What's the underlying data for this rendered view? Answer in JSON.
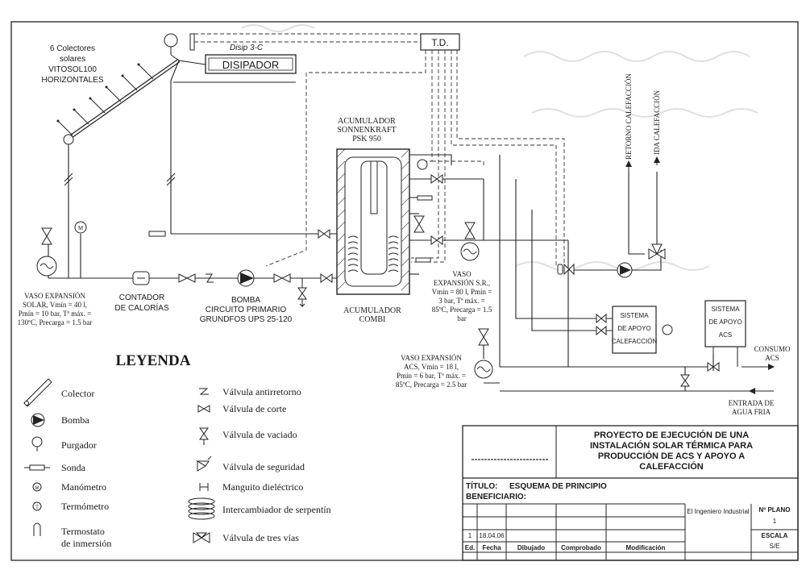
{
  "diagram": {
    "collectors": {
      "line1": "6 Colectores",
      "line2": "solares",
      "line3": "VITOSOL100",
      "line4": "HORIZONTALES"
    },
    "dissipator": {
      "label": "DISIPADOR",
      "note": "Disip 3-C"
    },
    "td_label": "T.D.",
    "tank_sonnenkraft": {
      "line1": "ACUMULADOR",
      "line2": "SONNENKRAFT",
      "line3": "PSK 950"
    },
    "tank_combi": {
      "line1": "ACUMULADOR",
      "line2": "COMBI"
    },
    "return_heating": "RETORNO CALEFACCIÓN",
    "supply_heating": "IDA CALEFACCIÓN",
    "exp_solar": {
      "l1": "VASO EXPANSIÓN",
      "l2": "SOLAR, Vmín = 40 l,",
      "l3": "Pmín = 10 bar, Tª máx. =",
      "l4": "130ºC, Precarga = 1.5 bar"
    },
    "heat_meter": {
      "l1": "CONTADOR",
      "l2": "DE CALORÍAS"
    },
    "pump": {
      "l1": "BOMBA",
      "l2": "CIRCUITO PRIMARIO",
      "l3": "GRUNDFOS UPS 25-120"
    },
    "exp_sr": {
      "l1": "VASO",
      "l2": "EXPANSIÓN S.R.,",
      "l3": "Vmín = 80 l, Pmín =",
      "l4": "3 bar, Tª máx. =",
      "l5": "85ºC, Precarga = 1.5",
      "l6": "bar"
    },
    "exp_acs": {
      "l1": "VASO EXPANSIÓN",
      "l2": "ACS, Vmín = 18 l,",
      "l3": "Pmín = 6 bar, Tª máx. =",
      "l4": "85ºC, Precarga = 2.5 bar"
    },
    "support_heating": {
      "l1": "SISTEMA",
      "l2": "DE APOYO",
      "l3": "CALEFACCIÓN"
    },
    "support_acs": {
      "l1": "SISTEMA",
      "l2": "DE APOYO",
      "l3": "ACS"
    },
    "consumption": {
      "l1": "CONSUMO",
      "l2": "ACS"
    },
    "cold_water": {
      "l1": "ENTRADA DE",
      "l2": "AGUA FRIA"
    }
  },
  "legend": {
    "title": "LEYENDA",
    "items": [
      {
        "label": "Colector"
      },
      {
        "label": "Bomba"
      },
      {
        "label": "Purgador"
      },
      {
        "label": "Sonda"
      },
      {
        "label": "Manómetro"
      },
      {
        "label": "Termómetro"
      },
      {
        "label": "Termostato",
        "label2": "de inmersión"
      },
      {
        "label": "Válvula antirretorno"
      },
      {
        "label": "Válvula de corte"
      },
      {
        "label": "Válvula de vaciado"
      },
      {
        "label": "Válvula de seguridad"
      },
      {
        "label": "Manguito dieléctrico"
      },
      {
        "label": "Intercambiador de serpentín"
      },
      {
        "label": "Válvula de tres vías"
      }
    ]
  },
  "title_block": {
    "project": {
      "l1": "PROYECTO DE EJECUCIÓN DE UNA",
      "l2": "INSTALACIÓN SOLAR TÉRMICA PARA",
      "l3": "PRODUCCIÓN DE ACS Y APOYO A",
      "l4": "CALEFACCIÓN"
    },
    "titulo_label": "TÍTULO:",
    "titulo_value": "ESQUEMA DE PRINCIPIO",
    "beneficiario_label": "BENEFICIARIO:",
    "engineer": "El Ingeniero Industrial",
    "plano_label": "Nº PLANO",
    "plano_value": "1",
    "escala_label": "ESCALA",
    "escala_value": "S/E",
    "revision": {
      "ed": "1",
      "fecha": "18.04.06"
    },
    "headers": {
      "ed": "Ed.",
      "fecha": "Fecha",
      "dibujado": "Dibujado",
      "comprobado": "Comprobado",
      "modificacion": "Modificación"
    }
  }
}
